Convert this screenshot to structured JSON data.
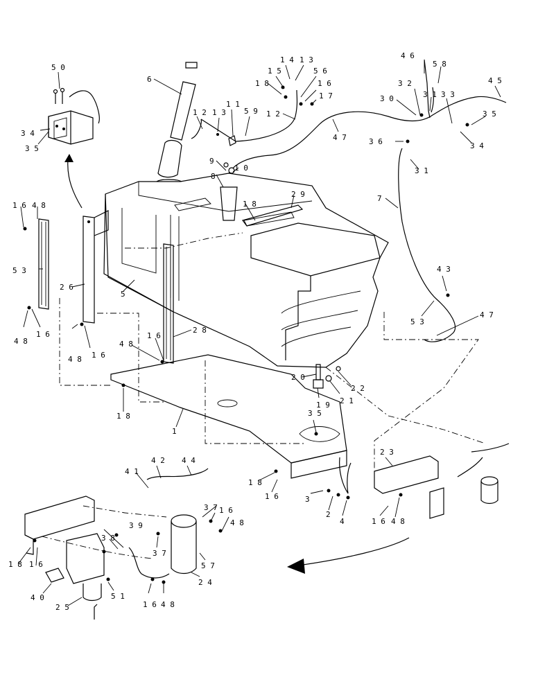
{
  "diagram": {
    "callouts": [
      {
        "id": "c50",
        "text": "5 0"
      },
      {
        "id": "c34a",
        "text": "3 4"
      },
      {
        "id": "c35a",
        "text": "3 5"
      },
      {
        "id": "c6",
        "text": "6"
      },
      {
        "id": "c12a",
        "text": "1 2"
      },
      {
        "id": "c13a",
        "text": "1 3"
      },
      {
        "id": "c11",
        "text": "1 1"
      },
      {
        "id": "c59",
        "text": "5 9"
      },
      {
        "id": "c14",
        "text": "1 4"
      },
      {
        "id": "c13b",
        "text": "1 3"
      },
      {
        "id": "c15",
        "text": "1 5"
      },
      {
        "id": "c56",
        "text": "5 6"
      },
      {
        "id": "c18a",
        "text": "1 8"
      },
      {
        "id": "c16a",
        "text": "1 6"
      },
      {
        "id": "c17",
        "text": "1 7"
      },
      {
        "id": "c12b",
        "text": "1 2"
      },
      {
        "id": "c47a",
        "text": "4 7"
      },
      {
        "id": "c46",
        "text": "4 6"
      },
      {
        "id": "c58",
        "text": "5 8"
      },
      {
        "id": "c45",
        "text": "4 5"
      },
      {
        "id": "c32",
        "text": "3 2"
      },
      {
        "id": "c30",
        "text": "3 0"
      },
      {
        "id": "c31a",
        "text": "3 1"
      },
      {
        "id": "c33",
        "text": "3 3"
      },
      {
        "id": "c35b",
        "text": "3 5"
      },
      {
        "id": "c34b",
        "text": "3 4"
      },
      {
        "id": "c36",
        "text": "3 6"
      },
      {
        "id": "c31b",
        "text": "3 1"
      },
      {
        "id": "c7",
        "text": "7"
      },
      {
        "id": "c9",
        "text": "9"
      },
      {
        "id": "c10",
        "text": "1 0"
      },
      {
        "id": "c8",
        "text": "8"
      },
      {
        "id": "c29",
        "text": "2 9"
      },
      {
        "id": "c18b",
        "text": "1 8"
      },
      {
        "id": "c16b",
        "text": "1 6"
      },
      {
        "id": "c48a",
        "text": "4 8"
      },
      {
        "id": "c53a",
        "text": "5 3"
      },
      {
        "id": "c26",
        "text": "2 6"
      },
      {
        "id": "c5",
        "text": "5"
      },
      {
        "id": "c28",
        "text": "2 8"
      },
      {
        "id": "c16c",
        "text": "1 6"
      },
      {
        "id": "c48b",
        "text": "4 8"
      },
      {
        "id": "c48c",
        "text": "4 8"
      },
      {
        "id": "c16d",
        "text": "1 6"
      },
      {
        "id": "c16e",
        "text": "1 6"
      },
      {
        "id": "c48d",
        "text": "4 8"
      },
      {
        "id": "c43",
        "text": "4 3"
      },
      {
        "id": "c53b",
        "text": "5 3"
      },
      {
        "id": "c47b",
        "text": "4 7"
      },
      {
        "id": "c20",
        "text": "2 0"
      },
      {
        "id": "c22",
        "text": "2 2"
      },
      {
        "id": "c19",
        "text": "1 9"
      },
      {
        "id": "c21",
        "text": "2 1"
      },
      {
        "id": "c18c",
        "text": "1 8"
      },
      {
        "id": "c1",
        "text": "1"
      },
      {
        "id": "c35c",
        "text": "3 5"
      },
      {
        "id": "c23",
        "text": "2 3"
      },
      {
        "id": "c42",
        "text": "4 2"
      },
      {
        "id": "c44",
        "text": "4 4"
      },
      {
        "id": "c41",
        "text": "4 1"
      },
      {
        "id": "c18d",
        "text": "1 8"
      },
      {
        "id": "c16f",
        "text": "1 6"
      },
      {
        "id": "c3",
        "text": "3"
      },
      {
        "id": "c2",
        "text": "2"
      },
      {
        "id": "c4",
        "text": "4"
      },
      {
        "id": "c16g",
        "text": "1 6"
      },
      {
        "id": "c48e",
        "text": "4 8"
      },
      {
        "id": "c37a",
        "text": "3 7"
      },
      {
        "id": "c16h",
        "text": "1 6"
      },
      {
        "id": "c48f",
        "text": "4 8"
      },
      {
        "id": "c39",
        "text": "3 9"
      },
      {
        "id": "c38",
        "text": "3 8"
      },
      {
        "id": "c37b",
        "text": "3 7"
      },
      {
        "id": "c57",
        "text": "5 7"
      },
      {
        "id": "c18e",
        "text": "1 8"
      },
      {
        "id": "c16i",
        "text": "1 6"
      },
      {
        "id": "c24",
        "text": "2 4"
      },
      {
        "id": "c40",
        "text": "4 0"
      },
      {
        "id": "c51",
        "text": "5 1"
      },
      {
        "id": "c16j",
        "text": "1 6"
      },
      {
        "id": "c48g",
        "text": "4 8"
      },
      {
        "id": "c25",
        "text": "2 5"
      }
    ]
  }
}
